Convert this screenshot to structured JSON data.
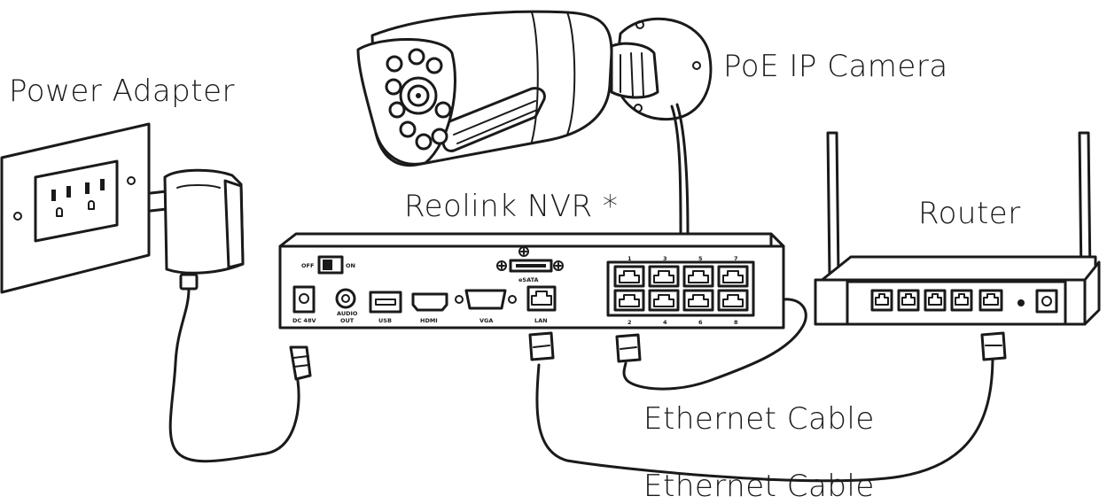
{
  "labels": {
    "power_adapter": "Power Adapter",
    "poe_camera": "PoE IP Camera",
    "nvr": "Reolink NVR *",
    "router": "Router",
    "ethernet_cable_1": "Ethernet Cable",
    "ethernet_cable_2": "Ethernet Cable"
  },
  "nvr_panel": {
    "switch_off": "OFF",
    "switch_on": "ON",
    "dc_in": "DC 48V",
    "audio_out_line1": "AUDIO",
    "audio_out_line2": "OUT",
    "usb": "USB",
    "hdmi": "HDMI",
    "vga": "VGA",
    "esata": "eSATA",
    "lan": "LAN",
    "poe_ports_top": [
      "1",
      "3",
      "5",
      "7"
    ],
    "poe_ports_bottom": [
      "2",
      "4",
      "6",
      "8"
    ]
  },
  "colors": {
    "line": "#1a1a1a",
    "background": "#ffffff"
  }
}
